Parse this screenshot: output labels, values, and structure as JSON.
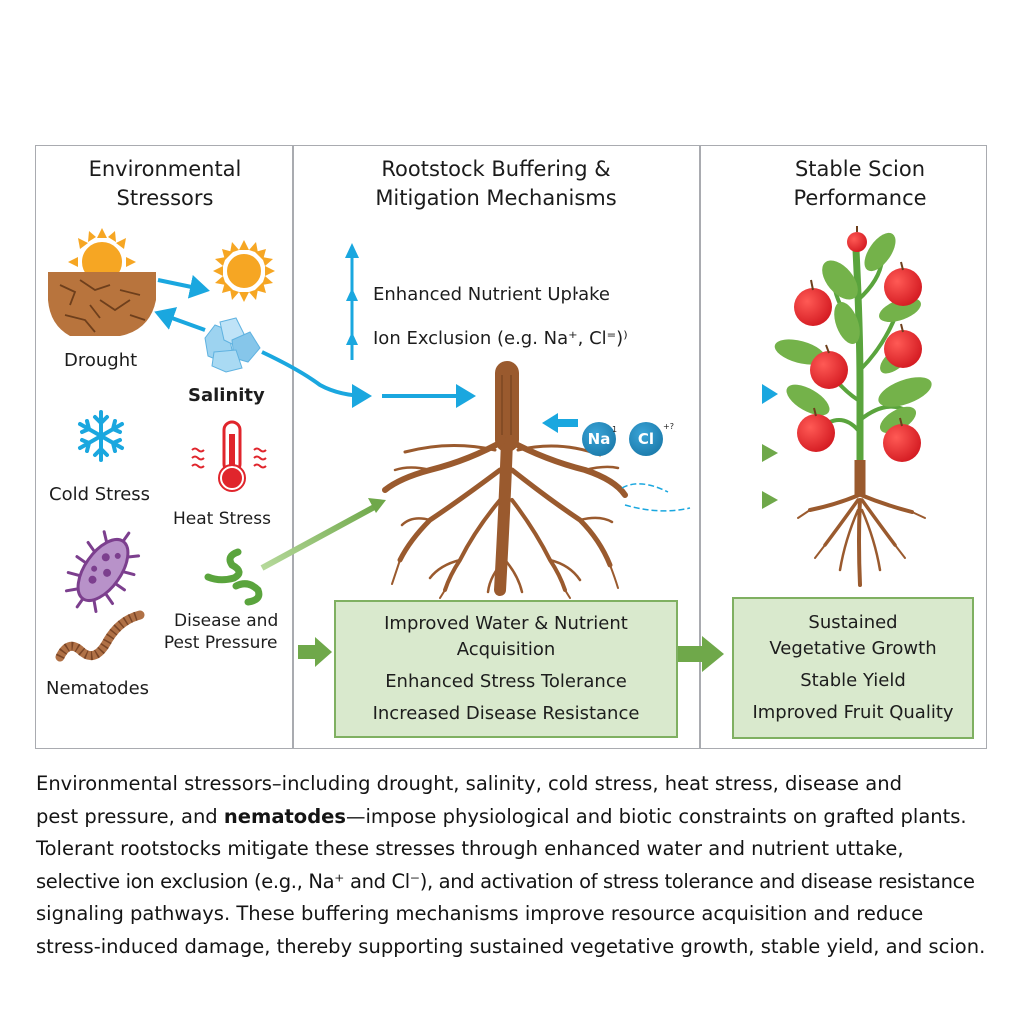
{
  "columns": {
    "stressors": {
      "title_line1": "Environmental",
      "title_line2": "Stressors"
    },
    "mechanisms": {
      "title_line1": "Rootstock Buffering &",
      "title_line2": "Mitigation Mechanisms"
    },
    "performance": {
      "title_line1": "Stable Scion",
      "title_line2": "Performance"
    }
  },
  "stressors": {
    "drought": "Drought",
    "salinity": "Salinity",
    "cold": "Cold Stress",
    "heat": "Heat Stress",
    "disease_line1": "Disease and",
    "disease_line2": "Pest Pressure",
    "nematodes": "Nematodes"
  },
  "mechanisms": {
    "nutrient_uptake": "Enhanced Nutrient Upŀake",
    "ion_exclusion": "Ion Exclusion (e.g. Na⁺, Cl⁼)⁾",
    "ion_na": "Na",
    "ion_na_sup": "1",
    "ion_cl": "Cl",
    "ion_cl_sup": "+?"
  },
  "mechanism_box": {
    "line1": "Improved Water & Nutrient",
    "line2": "Acquisition",
    "line3": "Enhanced Stress Tolerance",
    "line4": "Increased Disease Resistance"
  },
  "performance_box": {
    "line1": "Sustained",
    "line2": "Vegetative Growth",
    "line3": "Stable Yield",
    "line4": "Improved Fruit Quality"
  },
  "caption": {
    "l1": "Environmental stressors–including drought, salinity, cold stress, heat stress, disease and",
    "l2_pre": "pest pressure, and ",
    "l2_bold": "nematodes",
    "l2_post": "—impose physiological and biotic constraints on grafted plants.",
    "l3": "Tolerant rootstocks mitigate these stresses through enhanced water and nutrient uttake,",
    "l4": "selective ion exclusion (e.g., Na⁺ and Cl⁻), and activation of stress tolerance and disease resistance",
    "l5": "signaling pathways. These buffering mechanisms improve resource acquisition and reduce",
    "l6": "stress-induced damage, thereby supporting sustained vegetative growth, stable yield, and scion."
  },
  "colors": {
    "blue_arrow": "#1aa7df",
    "green_arrow": "#6fa84a",
    "box_fill": "#d9e9cd",
    "box_border": "#7fb061",
    "root_brown": "#9a5a2e",
    "apple_red": "#e8262a",
    "leaf_green": "#6fae43",
    "frame_gray": "#a9abb0"
  }
}
